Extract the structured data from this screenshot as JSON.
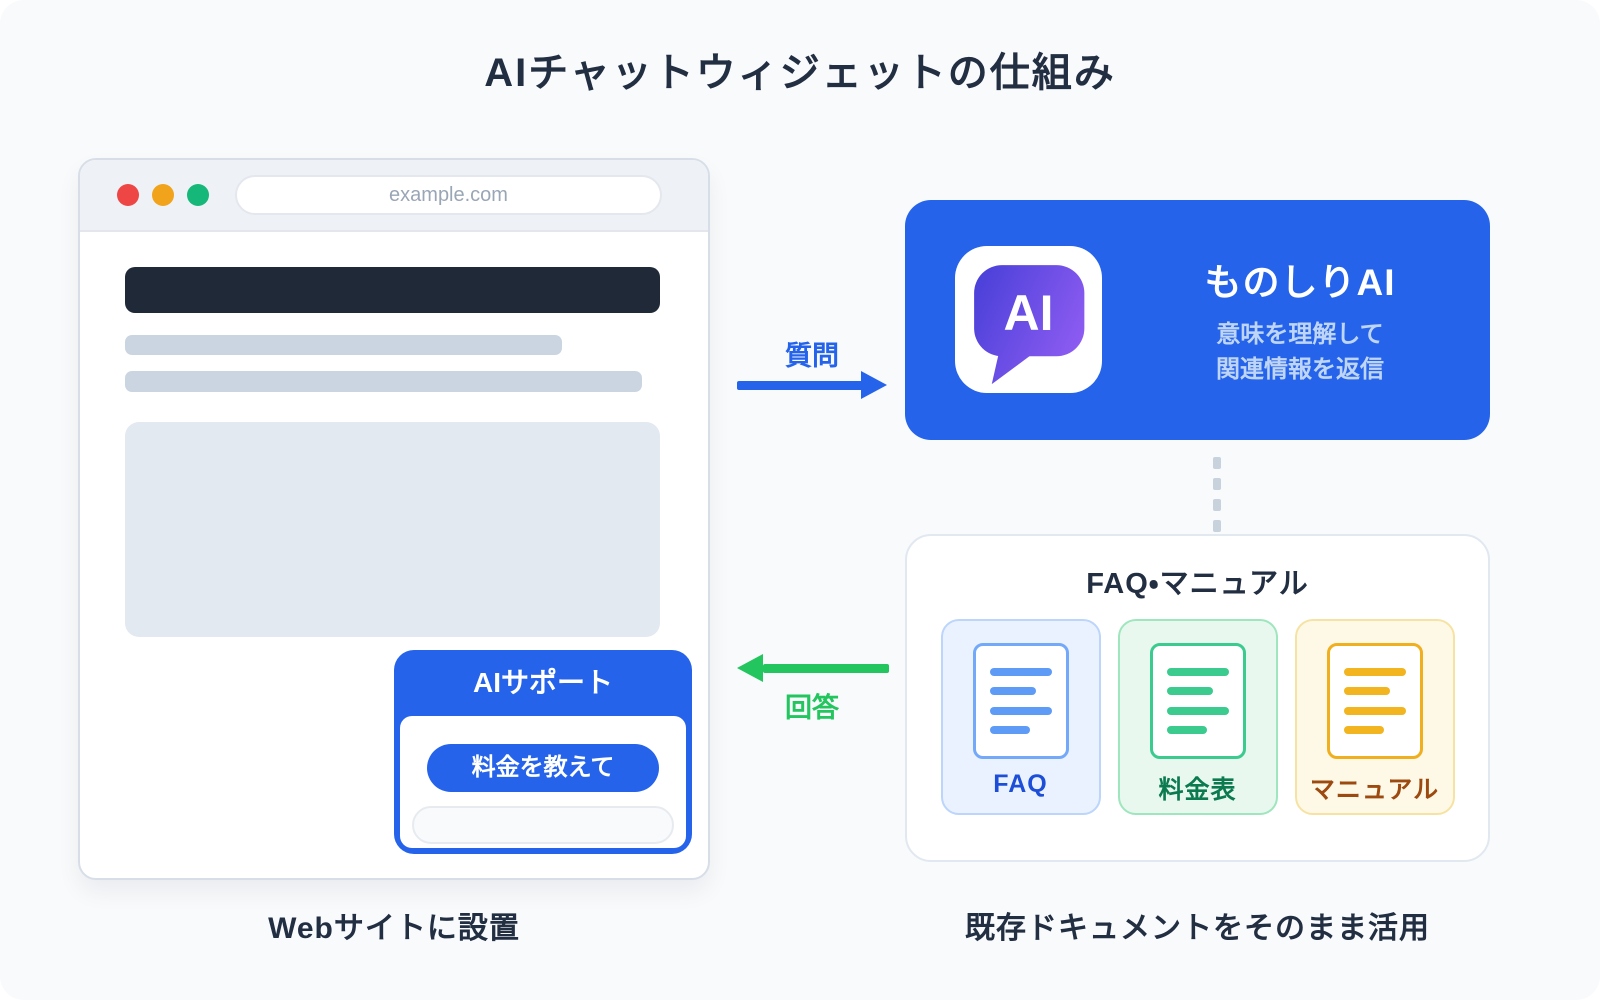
{
  "title": "AIチャットウィジェットの仕組み",
  "browser": {
    "url": "example.com",
    "caption": "Webサイトに設置",
    "widget": {
      "header": "AIサポート",
      "message": "料金を教えて"
    }
  },
  "arrows": {
    "question_label": "質問",
    "answer_label": "回答"
  },
  "ai_box": {
    "icon_text": "AI",
    "title": "ものしりAI",
    "subtitle_line1": "意味を理解して",
    "subtitle_line2": "関連情報を返信"
  },
  "docs_box": {
    "title": "FAQ・マニュアル",
    "caption": "既存ドキュメントをそのまま活用",
    "cards": [
      {
        "label": "FAQ",
        "accent": "#5D9BF7",
        "label_color": "#1D4ED8",
        "bg": "#EBF2FF"
      },
      {
        "label": "料金表",
        "accent": "#3BCB8E",
        "label_color": "#0B7A4E",
        "bg": "#E8F8EF"
      },
      {
        "label": "マニュアル",
        "accent": "#F2B41F",
        "label_color": "#9C4A10",
        "bg": "#FEF9E7"
      }
    ]
  },
  "colors": {
    "background": "#F8FAFC",
    "primary_blue": "#2563EB",
    "arrow_green": "#22C55E",
    "dark_navy": "#222E41",
    "skeleton_dark": "#1F2937",
    "skeleton_gray": "#CBD5E1",
    "skeleton_block": "#E3E9F0",
    "traffic_red": "#EE4645",
    "traffic_yellow": "#F1A31C",
    "traffic_green": "#15B878",
    "ai_icon_gradient": [
      "#4940D8",
      "#8E5CF2"
    ],
    "ai_subtitle": "#BFD5F6",
    "dash_gray": "#C8D2DD"
  }
}
